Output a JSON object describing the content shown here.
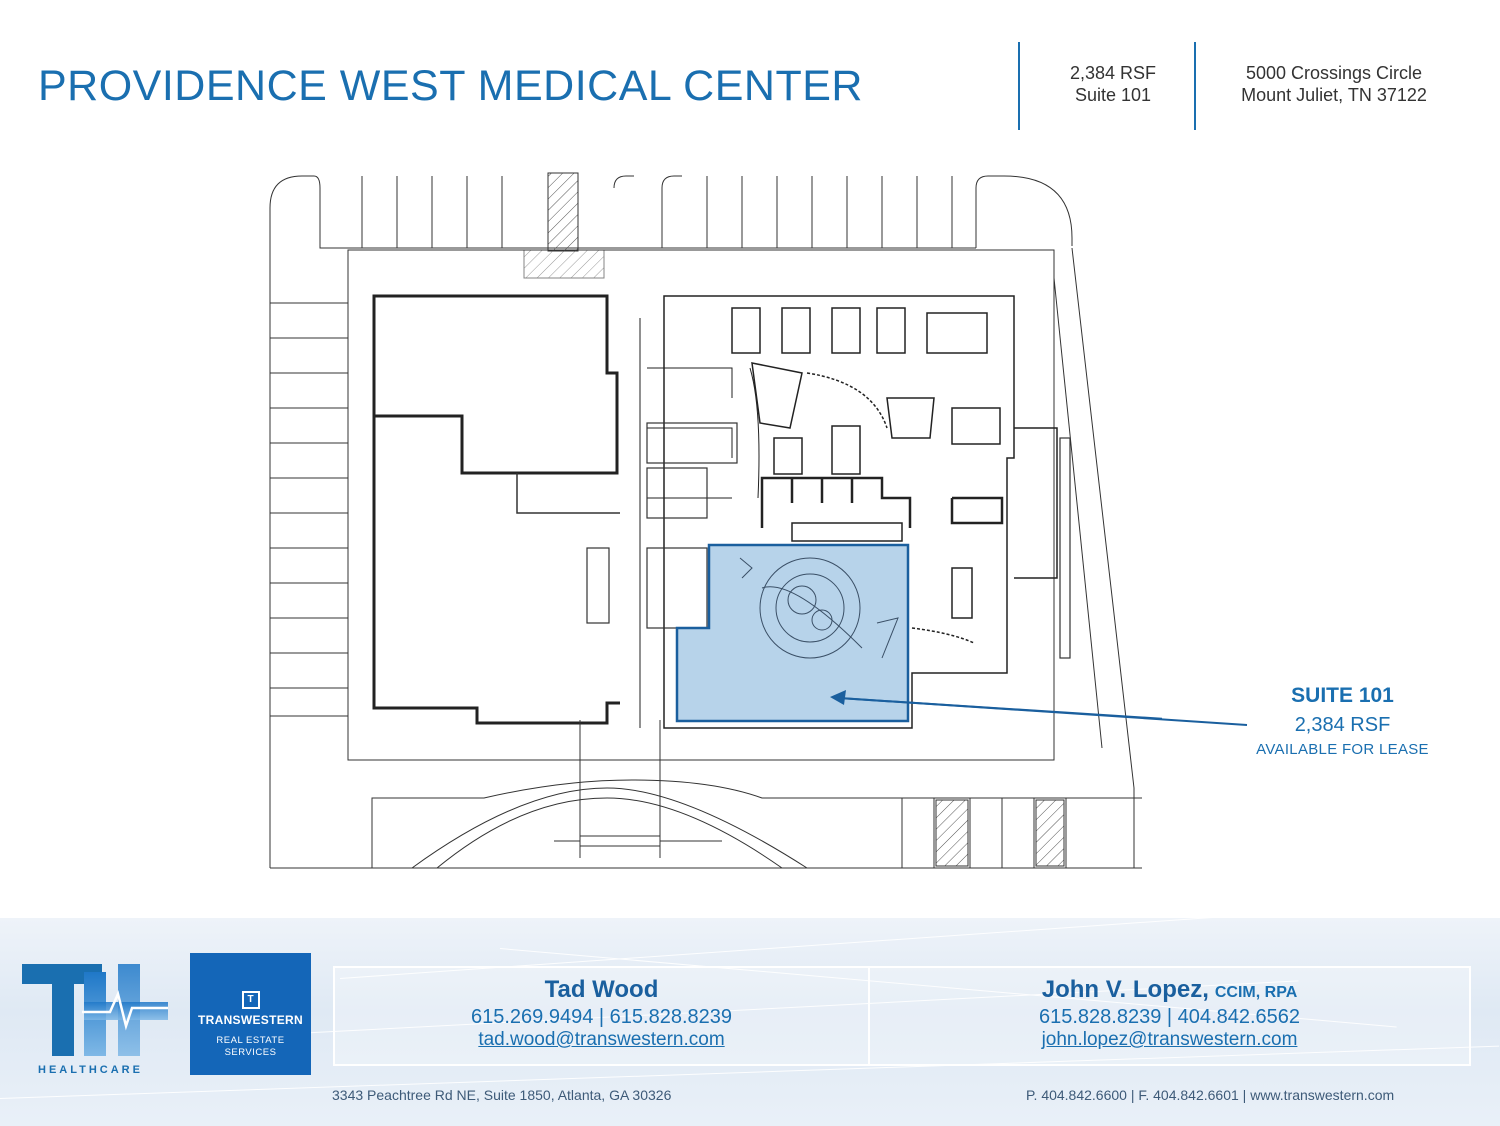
{
  "header": {
    "title": "PROVIDENCE WEST MEDICAL CENTER",
    "rsf": "2,384 RSF",
    "suite": "Suite 101",
    "street": "5000 Crossings Circle",
    "city": "Mount Juliet, TN 37122"
  },
  "callout": {
    "suite": "SUITE 101",
    "rsf": "2,384 RSF",
    "status": "AVAILABLE FOR LEASE"
  },
  "colors": {
    "brand_blue": "#1a6fb0",
    "highlight_fill": "#b7d3ea",
    "transwestern_blue": "#1466b8"
  },
  "footer": {
    "healthcare_label": "HEALTHCARE",
    "transwestern": {
      "name": "TRANSWESTERN",
      "sub_line1": "REAL ESTATE",
      "sub_line2": "SERVICES"
    },
    "contacts": [
      {
        "name": "Tad Wood",
        "credentials": "",
        "phones": "615.269.9494 | 615.828.8239",
        "email": "tad.wood@transwestern.com"
      },
      {
        "name": "John V. Lopez,",
        "credentials": "CCIM, RPA",
        "phones": "615.828.8239 | 404.842.6562",
        "email": "john.lopez@transwestern.com"
      }
    ],
    "address": "3343 Peachtree Rd NE, Suite 1850, Atlanta, GA 30326",
    "phone_line": "P. 404.842.6600 | F. 404.842.6601 | www.transwestern.com"
  }
}
